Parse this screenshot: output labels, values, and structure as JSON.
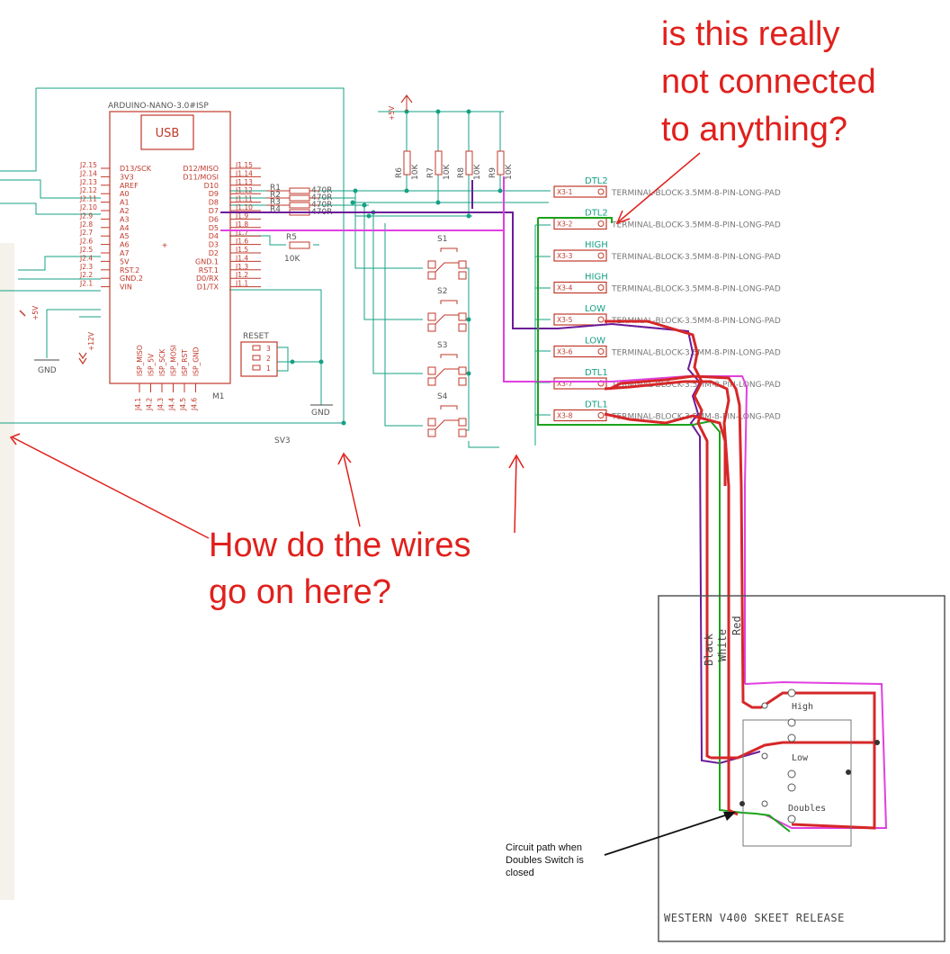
{
  "arduino": {
    "title": "ARDUINO-NANO-3.0#ISP",
    "usb": "USB",
    "left_pins": [
      "D13/SCK",
      "3V3",
      "AREF",
      "A0",
      "A1",
      "A2",
      "A3",
      "A4",
      "A5",
      "A6",
      "A7",
      "5V",
      "RST.2",
      "GND.2",
      "VIN"
    ],
    "left_nums": [
      "J2.15",
      "J2.14",
      "J2.13",
      "J2.12",
      "J2.11",
      "J2.10",
      "J2.9",
      "J2.8",
      "J2.7",
      "J2.6",
      "J2.5",
      "J2.4",
      "J2.3",
      "J2.2",
      "J2.1"
    ],
    "right_pins": [
      "D12/MISO",
      "D11/MOSI",
      "D10",
      "D9",
      "D8",
      "D7",
      "D6",
      "D5",
      "D4",
      "D3",
      "D2",
      "GND.1",
      "RST.1",
      "D0/RX",
      "D1/TX"
    ],
    "right_nums": [
      "J1.15",
      "J1.14",
      "J1.13",
      "J1.12",
      "J1.11",
      "J1.10",
      "J1.9",
      "J1.8",
      "J1.7",
      "J1.6",
      "J1.5",
      "J1.4",
      "J1.3",
      "J1.2",
      "J1.1"
    ],
    "bottom_pins": [
      "ISP_MISO",
      "ISP_5V",
      "ISP_SCK",
      "ISP_MOSI",
      "ISP_RST",
      "ISP_GND"
    ],
    "bottom_nums": [
      "J4.1",
      "J4.2",
      "J4.3",
      "J4.4",
      "J4.5",
      "J4.6"
    ],
    "name": "M1"
  },
  "resistors": {
    "series": [
      {
        "name": "R1",
        "value": "470R"
      },
      {
        "name": "R2",
        "value": "470R"
      },
      {
        "name": "R3",
        "value": "470R"
      },
      {
        "name": "R4",
        "value": "470R"
      }
    ],
    "r5": {
      "name": "R5",
      "value": "10K"
    },
    "pullups": [
      {
        "name": "R6",
        "value": "10K"
      },
      {
        "name": "R7",
        "value": "10K"
      },
      {
        "name": "R8",
        "value": "10K"
      },
      {
        "name": "R9",
        "value": "10K"
      }
    ]
  },
  "power": {
    "plus5": "+5V",
    "plus5_left": "+5V",
    "plus12": "+12V",
    "gnd": "GND",
    "gnd2": "GND"
  },
  "reset": {
    "label": "RESET",
    "pins": [
      "3",
      "2",
      "1"
    ]
  },
  "switches": [
    "S1",
    "S2",
    "S3",
    "S4"
  ],
  "sv3": "SV3",
  "terminals": [
    {
      "pin": "X3-1",
      "name": "DTL2",
      "desc": "TERMINAL-BLOCK-3.5MM-8-PIN-LONG-PAD"
    },
    {
      "pin": "X3-2",
      "name": "DTL2",
      "desc": "TERMINAL-BLOCK-3.5MM-8-PIN-LONG-PAD"
    },
    {
      "pin": "X3-3",
      "name": "HIGH",
      "desc": "TERMINAL-BLOCK-3.5MM-8-PIN-LONG-PAD"
    },
    {
      "pin": "X3-4",
      "name": "HIGH",
      "desc": "TERMINAL-BLOCK-3.5MM-8-PIN-LONG-PAD"
    },
    {
      "pin": "X3-5",
      "name": "LOW",
      "desc": "TERMINAL-BLOCK-3.5MM-8-PIN-LONG-PAD"
    },
    {
      "pin": "X3-6",
      "name": "LOW",
      "desc": "TERMINAL-BLOCK-3.5MM-8-PIN-LONG-PAD"
    },
    {
      "pin": "X3-7",
      "name": "DTL1",
      "desc": "TERMINAL-BLOCK-3.5MM-8-PIN-LONG-PAD"
    },
    {
      "pin": "X3-8",
      "name": "DTL1",
      "desc": "TERMINAL-BLOCK-3.5MM-8-PIN-LONG-PAD"
    }
  ],
  "release": {
    "title": "WESTERN V400 SKEET RELEASE",
    "wires": [
      "Black",
      "White",
      "Red"
    ],
    "switches": [
      "High",
      "Low",
      "Doubles"
    ]
  },
  "annotations": {
    "question_top": [
      "is this really",
      "not connected",
      "to anything?"
    ],
    "question_bottom": [
      "How do the wires",
      "go on here?"
    ],
    "circuit_note": [
      "Circuit path when",
      "Doubles Switch is",
      "closed"
    ]
  },
  "colors": {
    "schematic_red": "#c0392b",
    "wire_green": "#16a085",
    "annotation_red": "#e0201c",
    "trace_red": "#d62728",
    "trace_purple": "#6a1b9a",
    "trace_magenta": "#e040e0",
    "trace_green": "#1aa31a"
  }
}
